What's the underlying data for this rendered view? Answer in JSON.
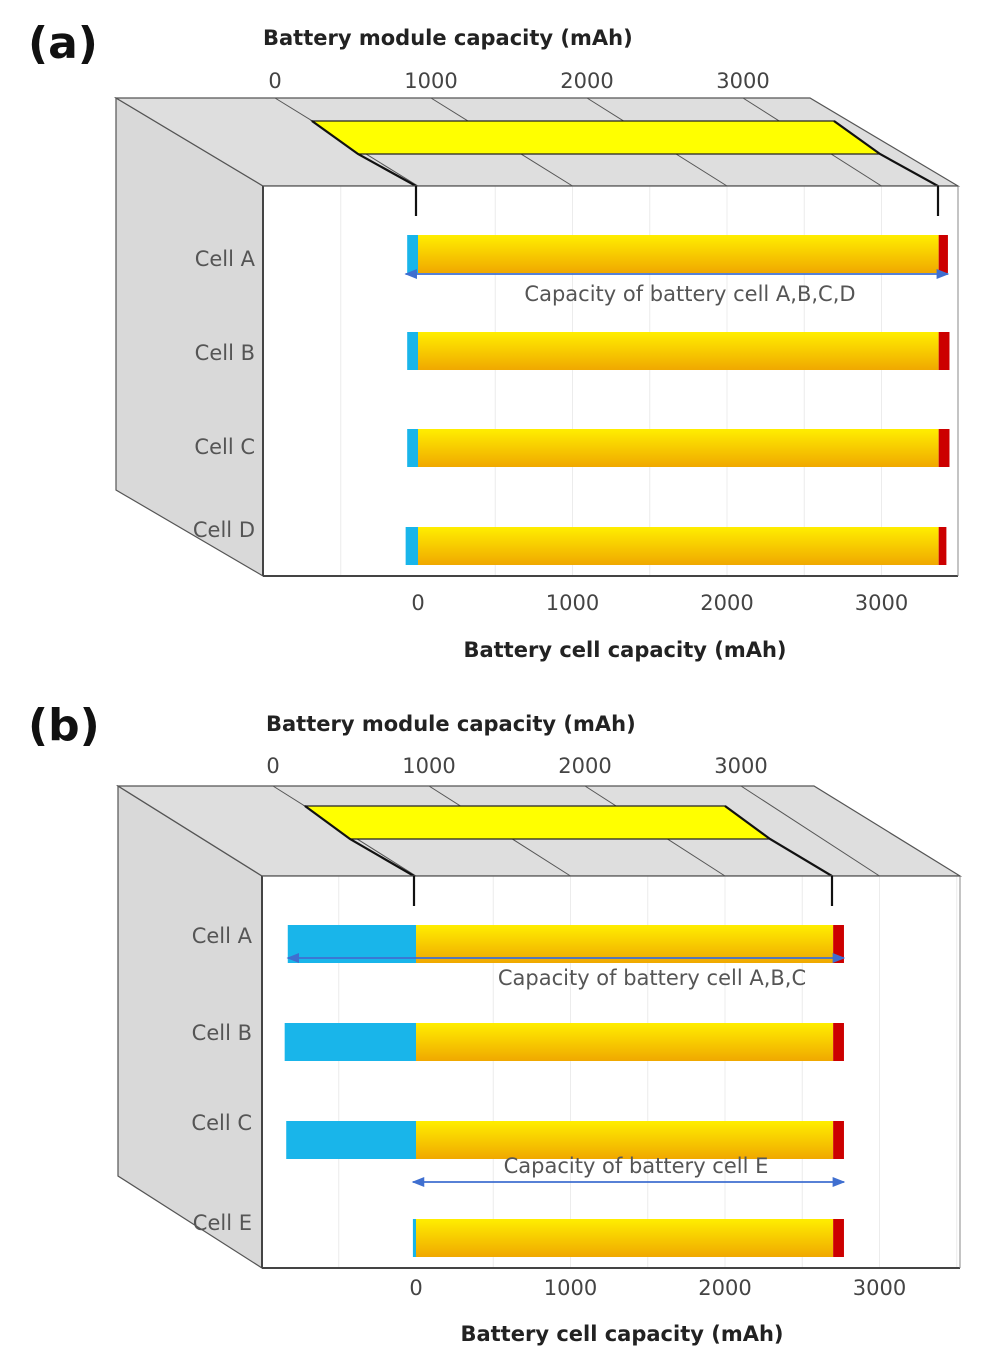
{
  "colors": {
    "cell_fill_top": "#ffee00",
    "cell_fill_bottom": "#f0a800",
    "offset_blue": "#19b5ea",
    "end_red": "#cc0000",
    "module_yellow": "#ffff00",
    "side_gray": "#d9d9d9",
    "arrow_blue": "#3f6fd0"
  },
  "chart_data": [
    {
      "type": "bar",
      "panel_label": "(a)",
      "top_axis_title": "Battery module capacity (mAh)",
      "top_ticks": [
        "0",
        "1000",
        "2000",
        "3000"
      ],
      "xlabel": "Battery cell capacity (mAh)",
      "x_ticks": [
        "0",
        "1000",
        "2000",
        "3000"
      ],
      "categories": [
        "Cell A",
        "Cell B",
        "Cell C",
        "Cell D"
      ],
      "cells": [
        {
          "name": "Cell A",
          "blue_start": -70,
          "usable_end": 3370,
          "red_end": 3430
        },
        {
          "name": "Cell B",
          "blue_start": -70,
          "usable_end": 3370,
          "red_end": 3440
        },
        {
          "name": "Cell C",
          "blue_start": -70,
          "usable_end": 3370,
          "red_end": 3440
        },
        {
          "name": "Cell D",
          "blue_start": -80,
          "usable_end": 3370,
          "red_end": 3420
        }
      ],
      "module_capacity": [
        0,
        3400
      ],
      "annotations": [
        {
          "text": "Capacity of battery cell A,B,C,D",
          "from": -80,
          "to": 3430,
          "row_after": 0
        }
      ]
    },
    {
      "type": "bar",
      "panel_label": "(b)",
      "top_axis_title": "Battery module capacity (mAh)",
      "top_ticks": [
        "0",
        "1000",
        "2000",
        "3000"
      ],
      "xlabel": "Battery cell capacity (mAh)",
      "x_ticks": [
        "0",
        "1000",
        "2000",
        "3000"
      ],
      "categories": [
        "Cell A",
        "Cell B",
        "Cell C",
        "Cell E"
      ],
      "cells": [
        {
          "name": "Cell A",
          "blue_start": -830,
          "usable_end": 2700,
          "red_end": 2770
        },
        {
          "name": "Cell B",
          "blue_start": -850,
          "usable_end": 2700,
          "red_end": 2770
        },
        {
          "name": "Cell C",
          "blue_start": -840,
          "usable_end": 2700,
          "red_end": 2770
        },
        {
          "name": "Cell E",
          "blue_start": -20,
          "usable_end": 2700,
          "red_end": 2770
        }
      ],
      "module_capacity": [
        0,
        2700
      ],
      "annotations": [
        {
          "text": "Capacity of battery cell A,B,C",
          "from": -830,
          "to": 2770,
          "row_after": 0
        },
        {
          "text": "Capacity of battery cell E",
          "from": -20,
          "to": 2770,
          "row_after": 2
        }
      ]
    }
  ]
}
